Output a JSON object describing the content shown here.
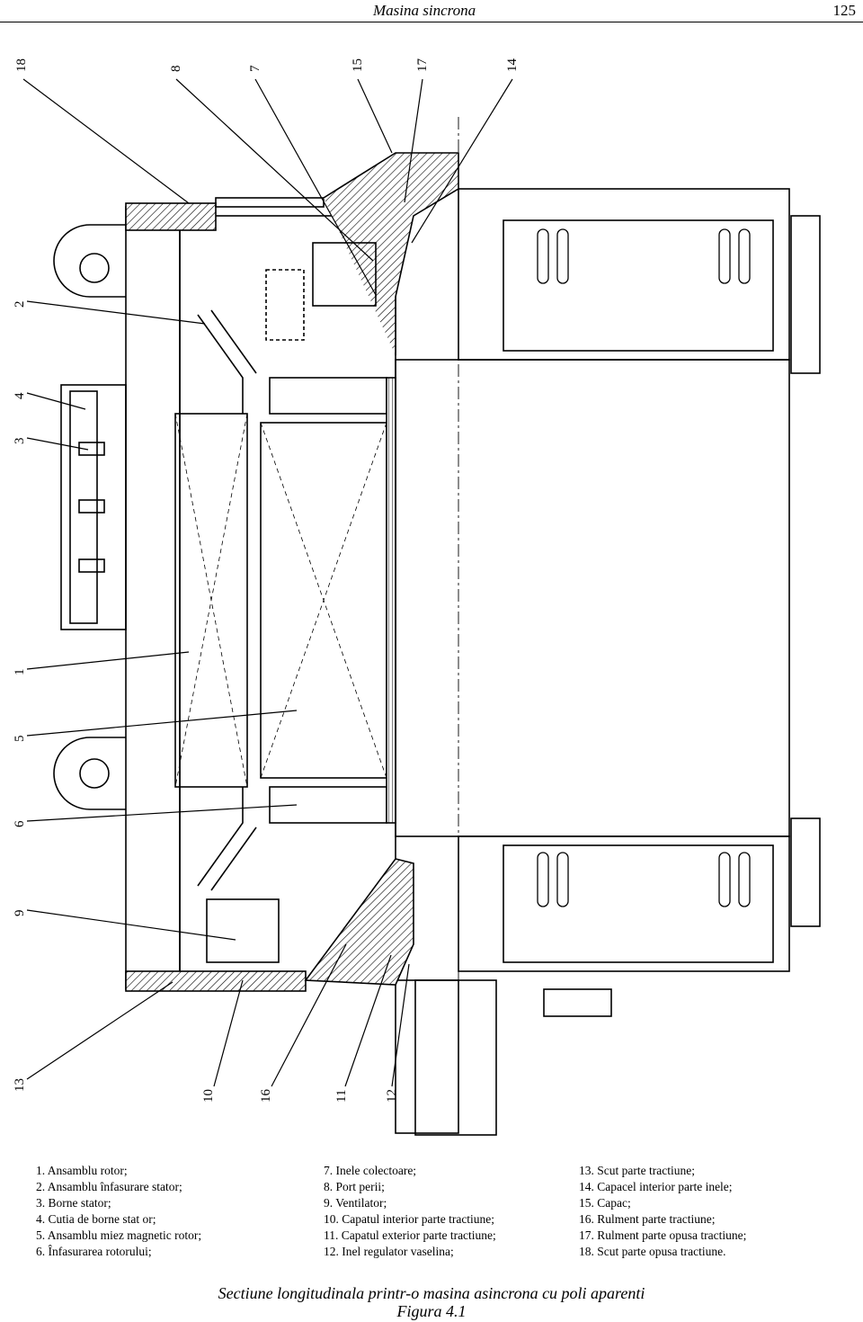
{
  "header": {
    "title": "Masina sincrona",
    "page_number": "125"
  },
  "callouts": [
    "18",
    "8",
    "7",
    "15",
    "17",
    "14",
    "2",
    "4",
    "3",
    "1",
    "5",
    "6",
    "9",
    "13",
    "10",
    "16",
    "11",
    "12"
  ],
  "legend": {
    "col1": [
      "1.  Ansamblu rotor;",
      "2.  Ansamblu înfasurare stator;",
      "3.  Borne stator;",
      "4.  Cutia de borne stat or;",
      "5.  Ansamblu miez magnetic rotor;",
      "6.  Înfasurarea rotorului;"
    ],
    "col2": [
      "7. Inele colectoare;",
      "8. Port perii;",
      "9. Ventilator;",
      "10. Capatul interior parte tractiune;",
      "11. Capatul exterior parte tractiune;",
      "12. Inel regulator vaselina;"
    ],
    "col3": [
      "13. Scut parte tractiune;",
      "14. Capacel interior parte inele;",
      "15. Capac;",
      "16. Rulment parte tractiune;",
      "17. Rulment parte opusa tractiune;",
      "18. Scut parte opusa tractiune."
    ]
  },
  "caption": {
    "line1": "Sectiune longitudinala printr-o masina asincrona cu poli aparenti",
    "line2": "Figura 4.1"
  }
}
